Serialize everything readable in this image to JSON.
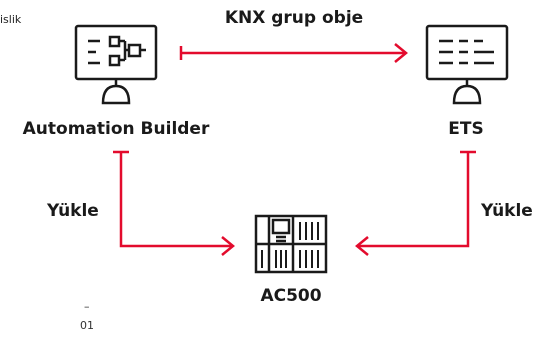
{
  "corner_text": "islik",
  "top_link_label": "KNX grup obje",
  "nodes": {
    "automation_builder": "Automation Builder",
    "ets": "ETS",
    "ac500": "AC500"
  },
  "left_link_label": "Yükle",
  "right_link_label": "Yükle",
  "footer": {
    "dash": "–",
    "page_number": "01"
  },
  "colors": {
    "accent": "#e30b2d",
    "ink": "#1a1a1a"
  },
  "icons": {
    "automation_builder": "monitor-logic-diagram-icon",
    "ets": "monitor-list-icon",
    "ac500": "plc-controller-icon"
  }
}
